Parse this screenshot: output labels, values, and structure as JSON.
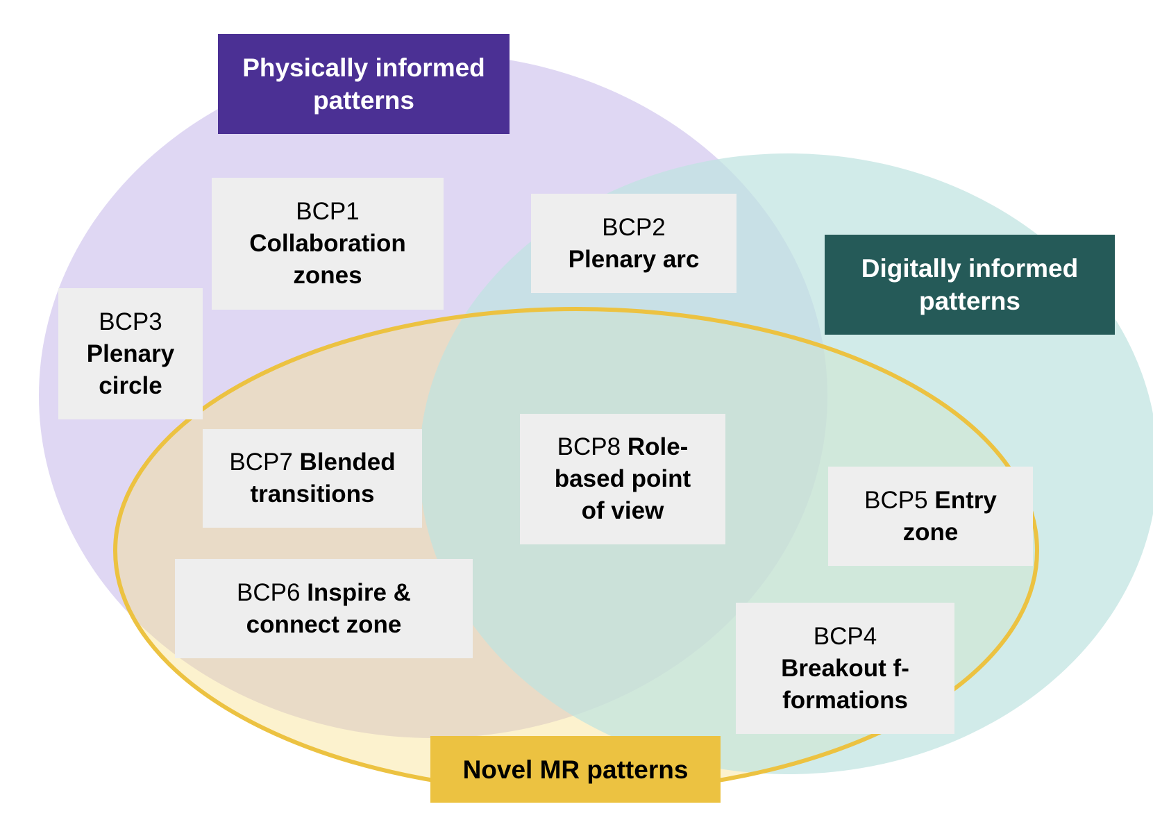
{
  "colors": {
    "physical_fill": "#dcd3f2",
    "digital_fill": "#bfe3e1",
    "novel_fill": "#f7df8a",
    "novel_stroke": "#ecc241",
    "physical_label_bg": "#4b3094",
    "digital_label_bg": "#255a58",
    "novel_label_bg": "#ecc241",
    "card_bg": "#eeeeee"
  },
  "groups": {
    "physical": {
      "label": "Physically informed patterns",
      "line1": "Physically informed",
      "line2": "patterns"
    },
    "digital": {
      "label": "Digitally informed patterns",
      "line1": "Digitally informed",
      "line2": "patterns"
    },
    "novel": {
      "label": "Novel MR patterns"
    }
  },
  "patterns": {
    "bcp1": {
      "id": "BCP1",
      "name_line1": "Collaboration",
      "name_line2": "zones"
    },
    "bcp2": {
      "id": "BCP2",
      "name": "Plenary arc"
    },
    "bcp3": {
      "id": "BCP3",
      "name_line1": "Plenary",
      "name_line2": "circle"
    },
    "bcp4": {
      "id": "BCP4",
      "name_line1": "Breakout f-",
      "name_line2": "formations"
    },
    "bcp5": {
      "id": "BCP5",
      "name_part1": "Entry",
      "name_part2": "zone"
    },
    "bcp6": {
      "id": "BCP6",
      "name_part1": "Inspire &",
      "name_part2": "connect zone"
    },
    "bcp7": {
      "id": "BCP7",
      "name_part1": "Blended",
      "name_part2": "transitions"
    },
    "bcp8": {
      "id": "BCP8",
      "name_part1": "Role-",
      "name_part2": "based point",
      "name_part3": "of view"
    }
  }
}
